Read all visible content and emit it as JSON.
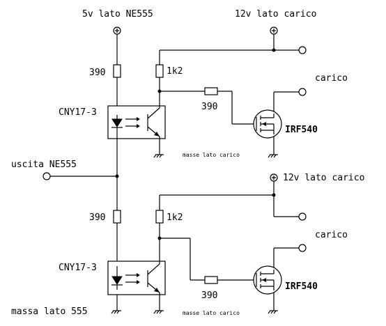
{
  "labels": {
    "supply_5v": "5v lato NE555",
    "supply_12v_top": "12v lato carico",
    "supply_12v_bottom": "12v lato carico",
    "load_top": "carico",
    "load_bottom": "carico",
    "input": "uscita NE555",
    "ground_555": "massa lato 555",
    "ground_load_top": "masse lato carico",
    "ground_load_bottom": "masse lato carico"
  },
  "components": {
    "r_led_top": "390",
    "r_pull_top": "1k2",
    "r_gate_top": "390",
    "opto_top": "CNY17-3",
    "mosfet_top": "IRF540",
    "r_led_bottom": "390",
    "r_pull_bottom": "1k2",
    "r_gate_bottom": "390",
    "opto_bottom": "CNY17-3",
    "mosfet_bottom": "IRF540"
  },
  "colors": {
    "ink": "#000000",
    "background": "#ffffff"
  }
}
